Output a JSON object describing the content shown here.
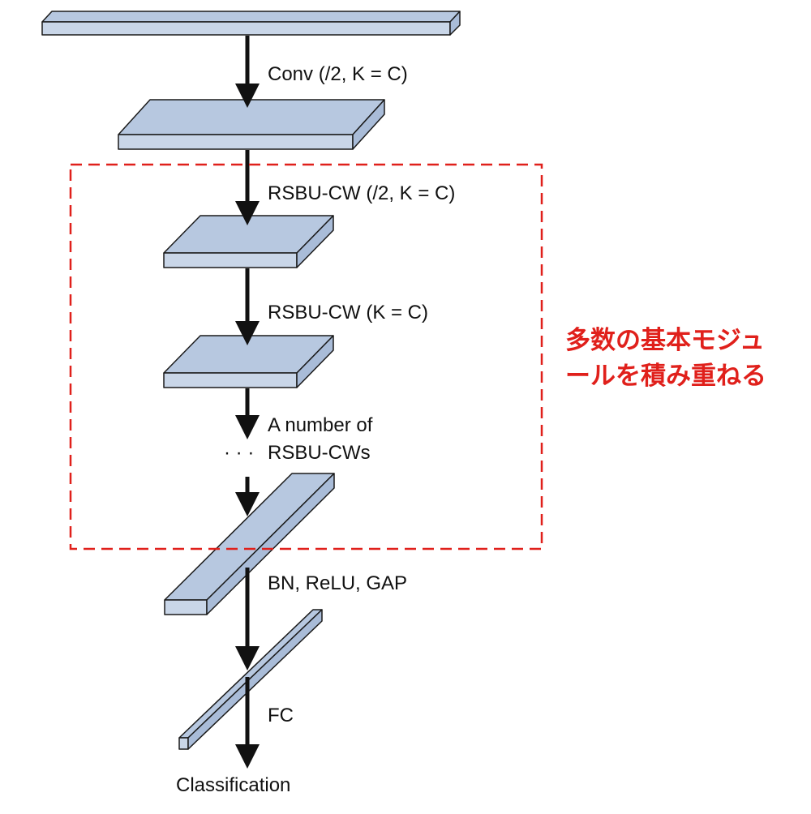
{
  "colors": {
    "layer_front": "#c9d6e8",
    "layer_top": "#b7c8e0",
    "layer_side": "#a9bcd8",
    "outline": "#1a1a1a",
    "arrow": "#111111",
    "annotation": "#e0201b",
    "background": "#ffffff"
  },
  "labels": {
    "conv": "Conv (/2, K = C)",
    "rsbu_down": "RSBU-CW (/2, K = C)",
    "rsbu": "RSBU-CW (K = C)",
    "many_line1": "A number of",
    "many_line2": "RSBU-CWs",
    "ellipsis": "· · ·",
    "bn": "BN, ReLU, GAP",
    "fc": "FC",
    "output": "Classification"
  },
  "annotation": {
    "line1": "多数の基本モジュ",
    "line2": "ールを積み重ねる"
  },
  "icons": [
    "down-arrow-icon"
  ]
}
